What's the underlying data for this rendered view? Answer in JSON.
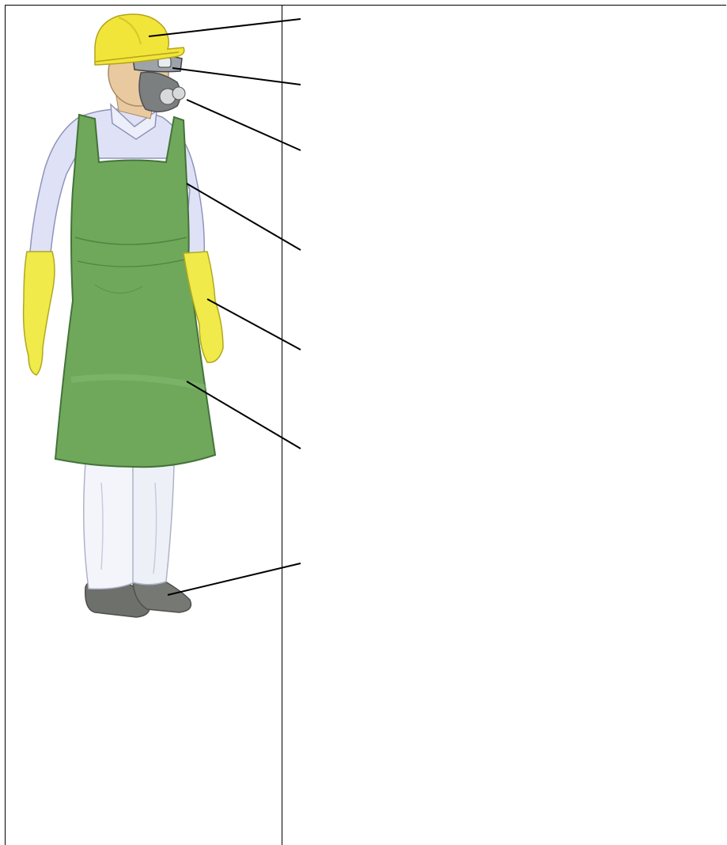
{
  "diagram": {
    "callouts": [
      {
        "id": "hard-hat"
      },
      {
        "id": "goggles"
      },
      {
        "id": "respirator"
      },
      {
        "id": "shirt"
      },
      {
        "id": "gloves"
      },
      {
        "id": "apron"
      },
      {
        "id": "boots"
      }
    ],
    "colors": {
      "helmet": "#f2e53a",
      "apron": "#6fa85a",
      "shirt": "#dfe2f7",
      "gloves": "#f0ea4a",
      "pants": "#f4f5fb",
      "boots": "#6e706c",
      "skin": "#e9c9a0",
      "respirator": "#7c7f80"
    }
  }
}
